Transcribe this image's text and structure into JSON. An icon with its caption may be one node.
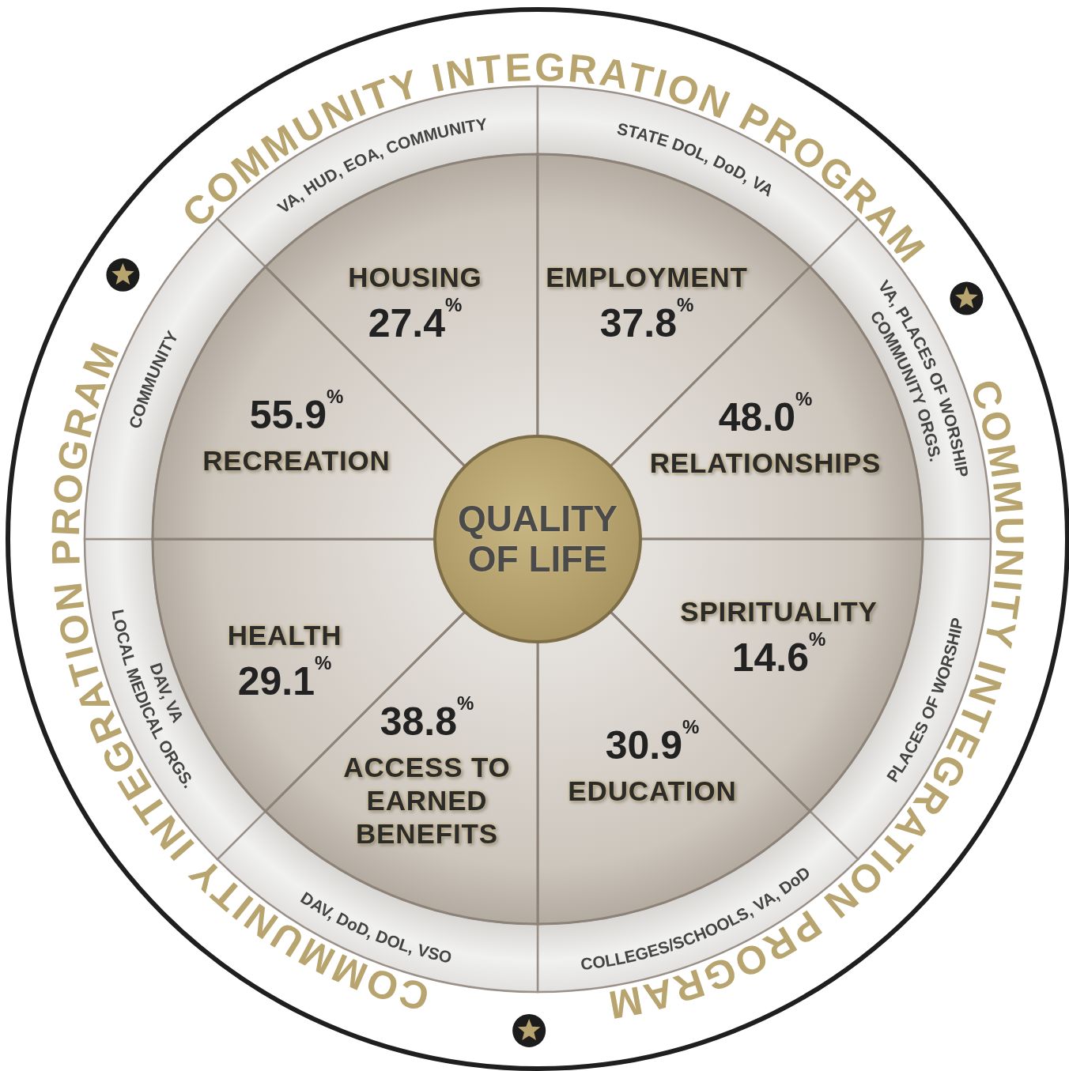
{
  "diagram": {
    "nodes": [
      {
        "text": [
          "QUALITY OF LIFE"
        ]
      },
      {
        "text": [
          "HOUSING",
          "27.4$^{%}$"
        ]
      },
      {
        "text": [
          "EMPLOYMENT",
          "37.8$^{%}$"
        ]
      },
      {
        "text": [
          "48.0$^{%}$",
          "RELATIONSHIPS"
        ]
      },
      {
        "text": [
          "SPIRITUALITY",
          "14.6$^{%}$"
        ]
      },
      {
        "text": [
          "30.9$^{%}$",
          "EDUCATION"
        ]
      },
      {
        "text": [
          "38.8$^{%}$",
          "ACCESS TO EARNED BENEFITS"
        ]
      },
      {
        "text": [
          "HEALTH",
          "29.1$^{%}$"
        ]
      },
      {
        "text": [
          "55.9$^{%}$",
          "RECREATION"
        ]
      },
      {
        "text": [
          "VA, HUD, EOA, COMMUNITY"
        ]
      },
      {
        "text": [
          "STATE DOL, DoD, VA"
        ]
      },
      {
        "text": [
          "VA, PLACES OF WORSHIP",
          "COMMUNITY ORGS."
        ]
      },
      {
        "text": [
          "PLACES OF WORSHIP"
        ]
      },
      {
        "text": [
          "COLLEGES/SCHOOLS, VA, DoD"
        ]
      },
      {
        "text": [
          "DAV, DoD, DOL, VSO"
        ]
      },
      {
        "text": [
          "LOCAL MEDICAL ORGS.",
          "DAV, VA"
        ]
      },
      {
        "text": [
          "COMMUNITY"
        ]
      }
    ],
    "labels": [
      "COMMUNITY INTEGRATION PROGRAM",
      "COMMUNITY INTEGRATION PROGRAM",
      "COMMUNITY INTEGRATION PROGRAM"
    ]
  }
}
